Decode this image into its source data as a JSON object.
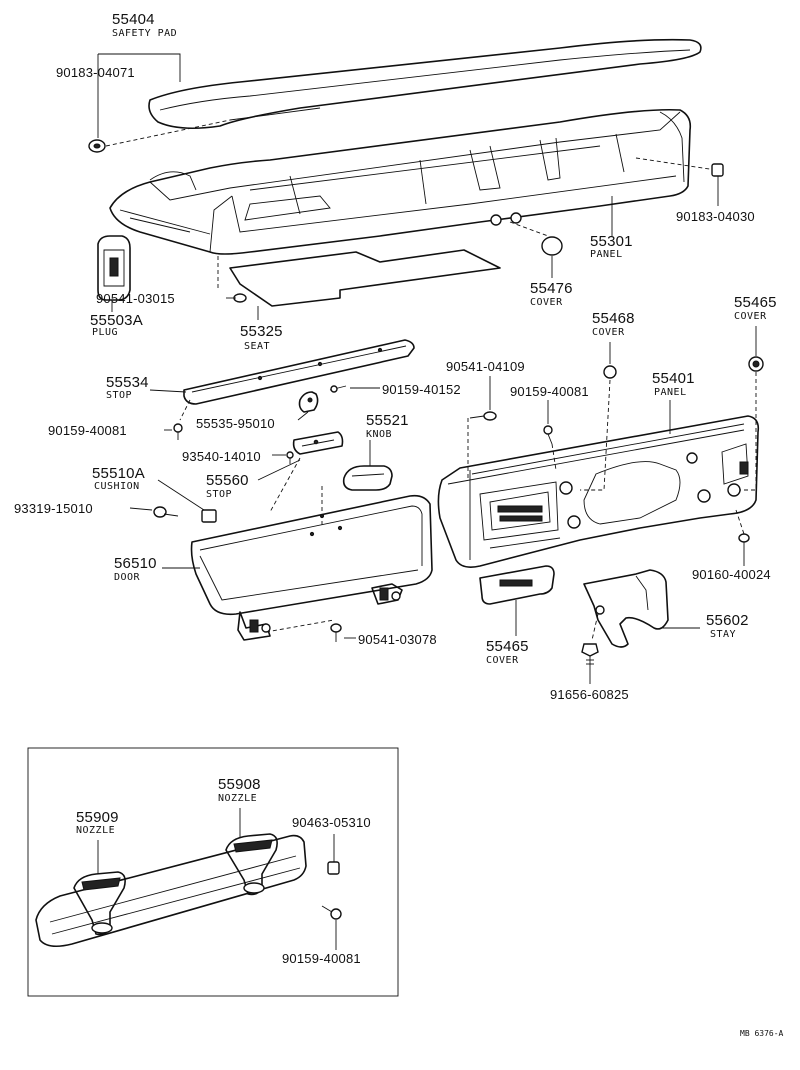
{
  "parts": {
    "p55404": {
      "num": "55404",
      "name": "SAFETY PAD"
    },
    "p90183_04071": {
      "num": "90183-04071"
    },
    "p90183_04030": {
      "num": "90183-04030"
    },
    "p55301": {
      "num": "55301",
      "name": "PANEL"
    },
    "p55503A": {
      "num": "55503A",
      "name": "PLUG"
    },
    "p90541_03015": {
      "num": "90541-03015"
    },
    "p55325": {
      "num": "55325",
      "name": "SEAT"
    },
    "p55476": {
      "num": "55476",
      "name": "COVER"
    },
    "p55468": {
      "num": "55468",
      "name": "COVER"
    },
    "p55465_top": {
      "num": "55465",
      "name": "COVER"
    },
    "p55534": {
      "num": "55534",
      "name": "STOP"
    },
    "p90541_04109": {
      "num": "90541-04109"
    },
    "p90159_40152": {
      "num": "90159-40152"
    },
    "p90159_40081_a": {
      "num": "90159-40081"
    },
    "p55401": {
      "num": "55401",
      "name": "PANEL"
    },
    "p55535": {
      "num": "55535-95010"
    },
    "p90159_40081_b": {
      "num": "90159-40081"
    },
    "p55521": {
      "num": "55521",
      "name": "KNOB"
    },
    "p93540": {
      "num": "93540-14010"
    },
    "p55510A": {
      "num": "55510A",
      "name": "CUSHION"
    },
    "p55560": {
      "num": "55560",
      "name": "STOP"
    },
    "p93319": {
      "num": "93319-15010"
    },
    "p56510": {
      "num": "56510",
      "name": "DOOR"
    },
    "p90160": {
      "num": "90160-40024"
    },
    "p55602": {
      "num": "55602",
      "name": "STAY"
    },
    "p90541_03078": {
      "num": "90541-03078"
    },
    "p55465_bot": {
      "num": "55465",
      "name": "COVER"
    },
    "p91656": {
      "num": "91656-60825"
    },
    "p55908": {
      "num": "55908",
      "name": "NOZZLE"
    },
    "p55909": {
      "num": "55909",
      "name": "NOZZLE"
    },
    "p90463": {
      "num": "90463-05310"
    },
    "p90159_40081_c": {
      "num": "90159-40081"
    }
  },
  "footer_code": "MB 6376-A"
}
